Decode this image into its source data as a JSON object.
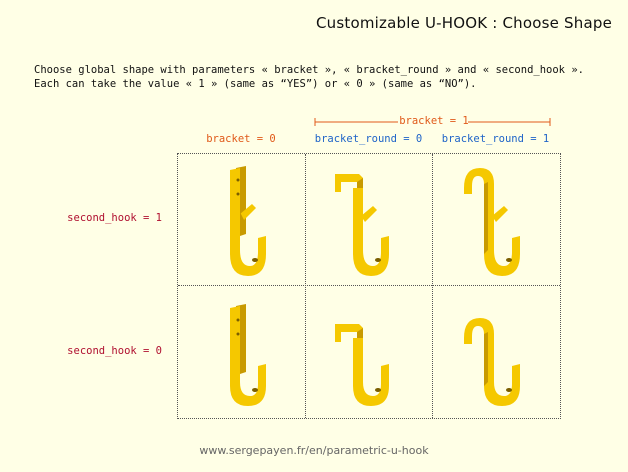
{
  "title": "Customizable U-HOOK : Choose Shape",
  "intro": {
    "line1": "Choose global shape with parameters « bracket », « bracket_round » and « second_hook ».",
    "line2": "Each can take the value « 1 » (same as “YES”) or « 0 » (same as “NO”)."
  },
  "columns": {
    "group_label": "bracket = 1",
    "col0": "bracket = 0",
    "col1": "bracket_round = 0",
    "col2": "bracket_round = 1"
  },
  "rows": {
    "row0": "second_hook = 1",
    "row1": "second_hook = 0"
  },
  "footer": "www.sergepayen.fr/en/parametric-u-hook",
  "colors": {
    "accent_orange": "#e05a1a",
    "accent_blue": "#1f64c8",
    "accent_red": "#b01030",
    "hook_fill": "#f5c800",
    "hook_shade": "#c89a00"
  }
}
